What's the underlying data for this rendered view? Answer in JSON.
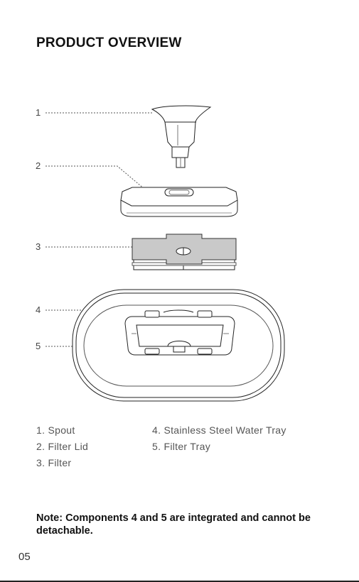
{
  "page": {
    "title": "PRODUCT OVERVIEW",
    "page_number": "05",
    "note": "Note: Components 4 and 5 are integrated and cannot be detachable."
  },
  "callouts": [
    "1",
    "2",
    "3",
    "4",
    "5"
  ],
  "legend": {
    "left": [
      "1. Spout",
      "2. Filter Lid",
      "3. Filter"
    ],
    "right": [
      "4. Stainless Steel Water Tray",
      "5. Filter Tray"
    ]
  }
}
